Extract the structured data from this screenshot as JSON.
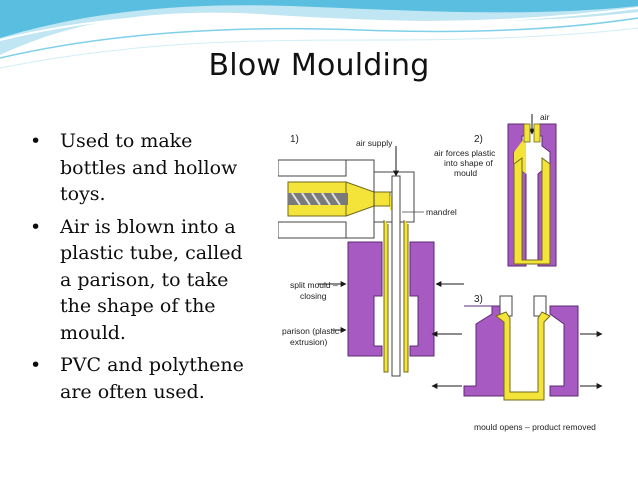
{
  "colors": {
    "mould": "#a75bc2",
    "plastic": "#f4e43a",
    "plastic_outline": "#6f6a1c",
    "arrow": "#1a1a1a",
    "wave": "#3fb2d6"
  },
  "slide": {
    "title": "Blow Moulding",
    "bullets": [
      {
        "marker": "•",
        "lines": [
          "Used to make",
          "bottles and hollow",
          "toys."
        ]
      },
      {
        "marker": "•",
        "lines": [
          "Air is blown into a",
          "plastic tube, called",
          "a parison, to take",
          "the shape of the",
          "mould."
        ]
      },
      {
        "marker": "•",
        "lines": [
          "PVC and polythene",
          "are often used."
        ]
      }
    ]
  },
  "figure": {
    "step1": "1)",
    "step2": "2)",
    "step3": "3)",
    "air_supply": "air supply",
    "air": "air",
    "air_forces": [
      "air forces plastic",
      "into shape of",
      "mould"
    ],
    "mandrel": "mandrel",
    "split_mould": [
      "split mould –",
      "closing"
    ],
    "parison": [
      "parison (plastic",
      "extrusion)"
    ],
    "mould_opens": "mould opens – product removed"
  }
}
